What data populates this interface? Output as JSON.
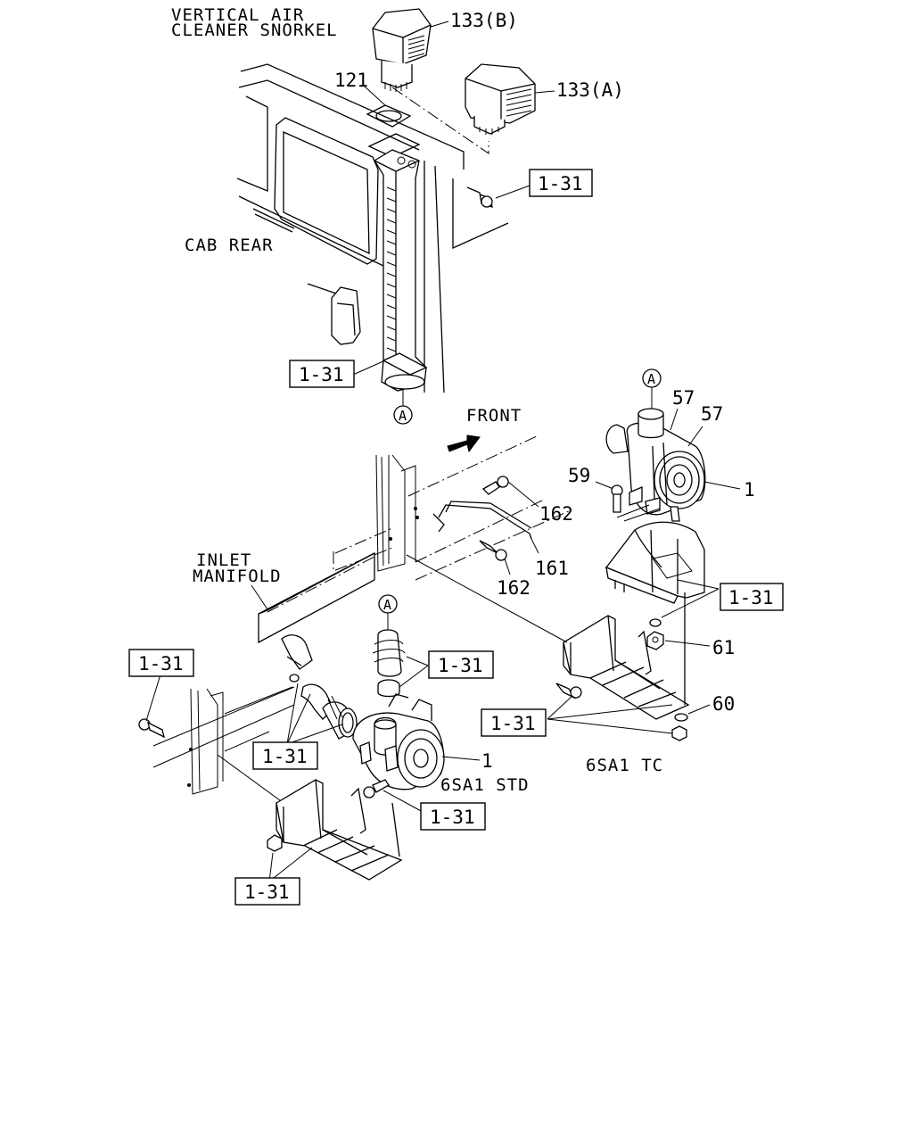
{
  "labels": {
    "vertical_air_line1": "VERTICAL AIR",
    "vertical_air_line2": "CLEANER SNORKEL",
    "cab_rear": "CAB REAR",
    "front": "FRONT",
    "inlet_line1": "INLET",
    "inlet_line2": "MANIFOLD",
    "std_variant": "6SA1 STD",
    "tc_variant": "6SA1 TC"
  },
  "part_numbers": {
    "p133b": "133(B)",
    "p133a": "133(A)",
    "p121": "121",
    "p57a": "57",
    "p57b": "57",
    "p1_tc": "1",
    "p59": "59",
    "p162a": "162",
    "p161": "161",
    "p162b": "162",
    "p61": "61",
    "p60": "60",
    "p1_std": "1"
  },
  "reference_boxes": {
    "ref_top_right": "1-31",
    "ref_snorkel_base": "1-31",
    "ref_tc_bracket": "1-31",
    "ref_hose_clamp": "1-31",
    "ref_left_bolt": "1-31",
    "ref_tc_bolts": "1-31",
    "ref_elbow": "1-31",
    "ref_std_bolt": "1-31",
    "ref_std_bracket": "1-31"
  },
  "callouts": {
    "circle_a_snorkel": "A",
    "circle_a_tc": "A",
    "circle_a_std": "A"
  }
}
